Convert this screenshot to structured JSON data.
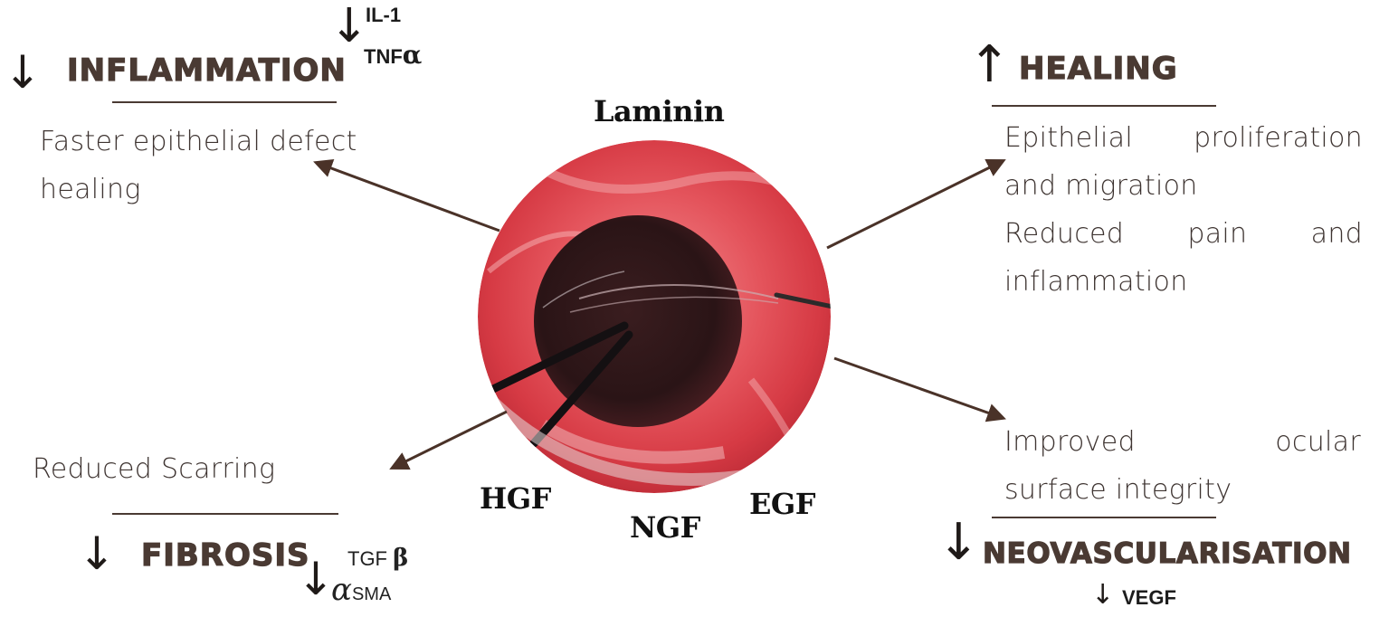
{
  "center": {
    "factor_top": "Laminin",
    "factor_bottom_left": "HGF",
    "factor_bottom_mid": "NGF",
    "factor_bottom_right": "EGF"
  },
  "top_left": {
    "arrow": "↓",
    "heading": "INFLAMMATION",
    "mol_arrow": "↓",
    "mol_1": "IL-1",
    "mol_2_prefix": "TNF",
    "mol_2_greek": "α",
    "effect_line1": "Faster epithelial defect",
    "effect_line2": "healing"
  },
  "top_right": {
    "arrow": "↑",
    "heading": "HEALING",
    "effect_line1": "Epithelial proliferation",
    "effect_line2": "and migration",
    "effect_line3": "Reduced pain and",
    "effect_line4": "inflammation"
  },
  "bottom_left": {
    "effect": "Reduced Scarring",
    "arrow": "↓",
    "heading": "FIBROSIS",
    "mol_1": "TGF",
    "mol_1_greek": "β",
    "mol_arrow": "↓",
    "mol_2_greek": "α",
    "mol_2_suffix": "SMA"
  },
  "bottom_right": {
    "effect_line1": "Improved ocular",
    "effect_line2": "surface integrity",
    "arrow": "↓",
    "heading": "NEOVASCULARISATION",
    "mol_arrow": "↓",
    "mol": "VEGF"
  },
  "colors": {
    "heading": "#4a3a33",
    "connector": "#4a3228",
    "sclera": "#d6404a",
    "cornea": "#2a1516"
  }
}
